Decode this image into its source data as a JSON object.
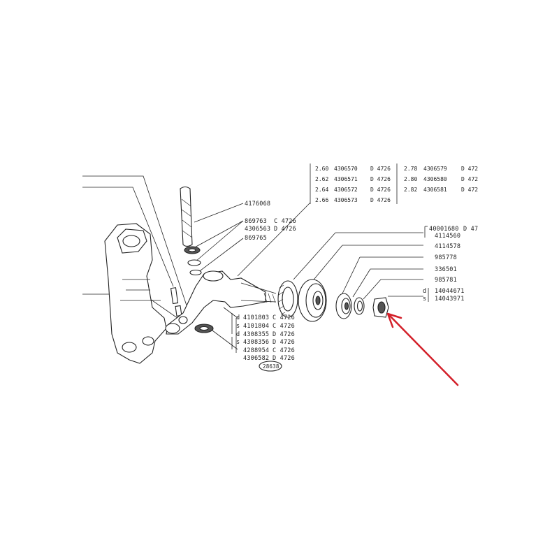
{
  "table": {
    "left": [
      {
        "size": "2.60",
        "part": "4306570",
        "code": "D 4726"
      },
      {
        "size": "2.62",
        "part": "4306571",
        "code": "D 4726"
      },
      {
        "size": "2.64",
        "part": "4306572",
        "code": "D 4726"
      },
      {
        "size": "2.66",
        "part": "4306573",
        "code": "D 4726"
      }
    ],
    "right": [
      {
        "size": "2.78",
        "part": "4306579",
        "code": "D 472"
      },
      {
        "size": "2.80",
        "part": "4306580",
        "code": "D 472"
      },
      {
        "size": "2.82",
        "part": "4306581",
        "code": "D 472"
      }
    ]
  },
  "labels": {
    "pin": "4176068",
    "l869763": "869763",
    "l869763_code": "C 4726",
    "l4306563": "4306563",
    "l4306563_code": "D 4726",
    "l869765": "869765",
    "l40001680": "40001680",
    "l40001680_code": "D 47",
    "l4114560": "4114560",
    "l4114578": "4114578",
    "l985778": "985778",
    "l336501": "336501",
    "l985781": "985781",
    "l14044671_prefix": "d",
    "l14044671": "14044671",
    "l14043971_prefix": "s",
    "l14043971": "14043971"
  },
  "spindle_refs": [
    {
      "prefix": "d",
      "part": "4101803",
      "code": "C 4726"
    },
    {
      "prefix": "s",
      "part": "4101804",
      "code": "C 4726"
    },
    {
      "prefix": "d",
      "part": "4308355",
      "code": "D 4726"
    },
    {
      "prefix": "s",
      "part": "4308356",
      "code": "D 4726"
    },
    {
      "prefix": "",
      "part": "4288954",
      "code": "C 4726"
    },
    {
      "prefix": "",
      "part": "4306582",
      "code": "D 4726"
    }
  ],
  "figure_number": "28638",
  "colors": {
    "ink": "#222222",
    "arrow": "#d3202a",
    "paper": "#ffffff"
  }
}
